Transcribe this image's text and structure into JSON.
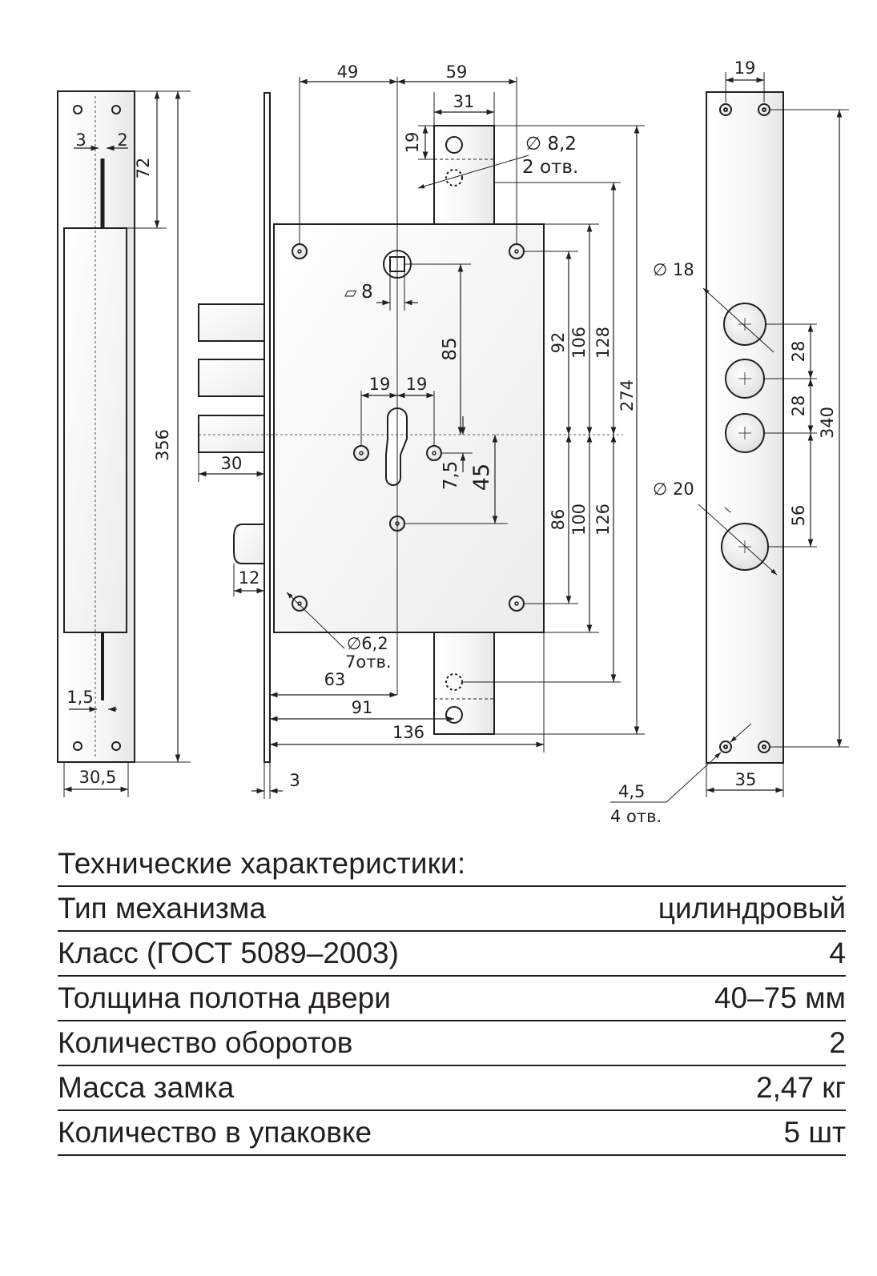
{
  "drawing": {
    "left_view": {
      "d_3": "3",
      "d_2": "2",
      "d_72": "72",
      "d_356": "356",
      "d_1_5": "1,5",
      "d_30_5": "30,5"
    },
    "main_view": {
      "d_49": "49",
      "d_59": "59",
      "d_31": "31",
      "d_19_top": "19",
      "hole_82_dia": "∅ 8,2",
      "hole_82_count": "2 отв.",
      "square_8": "8",
      "d_85": "85",
      "d_19_a": "19",
      "d_19_b": "19",
      "d_7_5": "7,5",
      "d_45": "45",
      "d_92": "92",
      "d_106": "106",
      "d_128": "128",
      "d_274": "274",
      "d_86": "86",
      "d_100": "100",
      "d_126": "126",
      "d_30": "30",
      "d_12": "12",
      "hole_62_dia": "∅6,2",
      "hole_62_count": "7отв.",
      "d_63": "63",
      "d_91": "91",
      "d_136": "136",
      "d_3": "3"
    },
    "right_view": {
      "d_19": "19",
      "hole_18": "∅ 18",
      "hole_20": "∅ 20",
      "d_28_a": "28",
      "d_28_b": "28",
      "d_56": "56",
      "d_340": "340",
      "d_35": "35",
      "hole_45_dia": "4,5",
      "hole_45_count": "4 отв."
    }
  },
  "specs": {
    "title": "Технические характеристики:",
    "rows": [
      {
        "label": "Тип механизма",
        "value": "цилиндровый"
      },
      {
        "label": "Класс (ГОСТ 5089–2003)",
        "value": "4"
      },
      {
        "label": "Толщина полотна двери",
        "value": "40–75 мм"
      },
      {
        "label": "Количество оборотов",
        "value": "2"
      },
      {
        "label": "Масса замка",
        "value": "2,47 кг"
      },
      {
        "label": "Количество в упаковке",
        "value": "5 шт"
      }
    ]
  }
}
